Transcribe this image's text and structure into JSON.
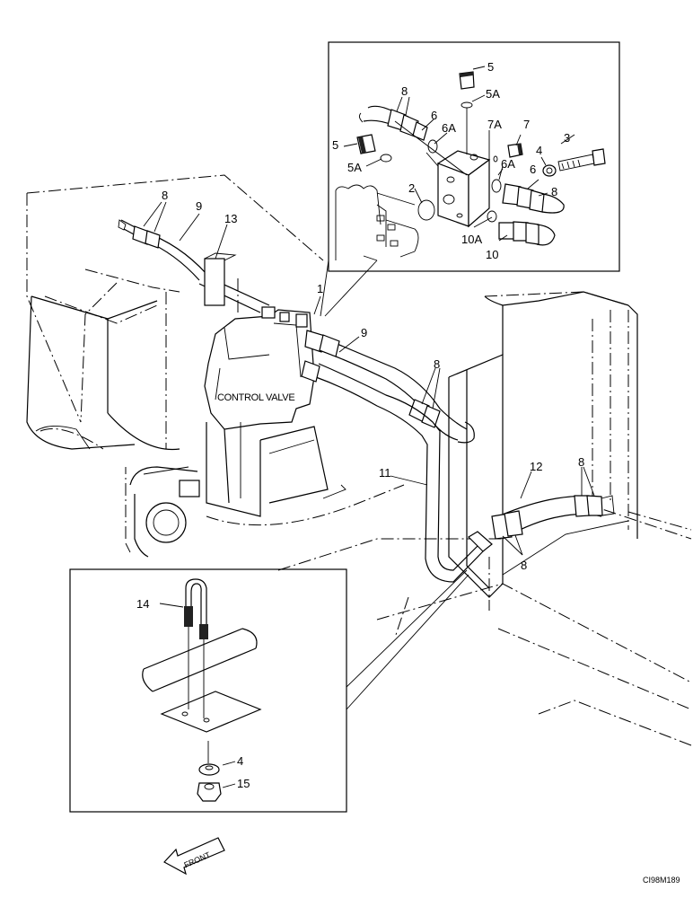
{
  "labels": {
    "main": {
      "p1": "1",
      "p8_left": "8",
      "p9_left": "9",
      "p13": "13",
      "p9_right": "9",
      "p8_right": "8",
      "p11": "11",
      "p12": "12",
      "p8_radiator": "8",
      "p8_bottom": "8"
    },
    "detail_top": {
      "p5_top": "5",
      "p5a_top": "5A",
      "p8": "8",
      "p6_left": "6",
      "p6a_left": "6A",
      "p7a": "7A",
      "p7": "7",
      "p3": "3",
      "p4": "4",
      "p5_left": "5",
      "p5a_left": "5A",
      "p6a_right": "6A",
      "p6_right": "6",
      "p8_right": "8",
      "p2": "2",
      "p10a": "10A",
      "p10": "10"
    },
    "detail_bottom": {
      "p14": "14",
      "p4": "4",
      "p15": "15"
    }
  },
  "component_text": "CONTROL VALVE",
  "front_arrow": "FRONT",
  "drawing_code": "CI98M189"
}
